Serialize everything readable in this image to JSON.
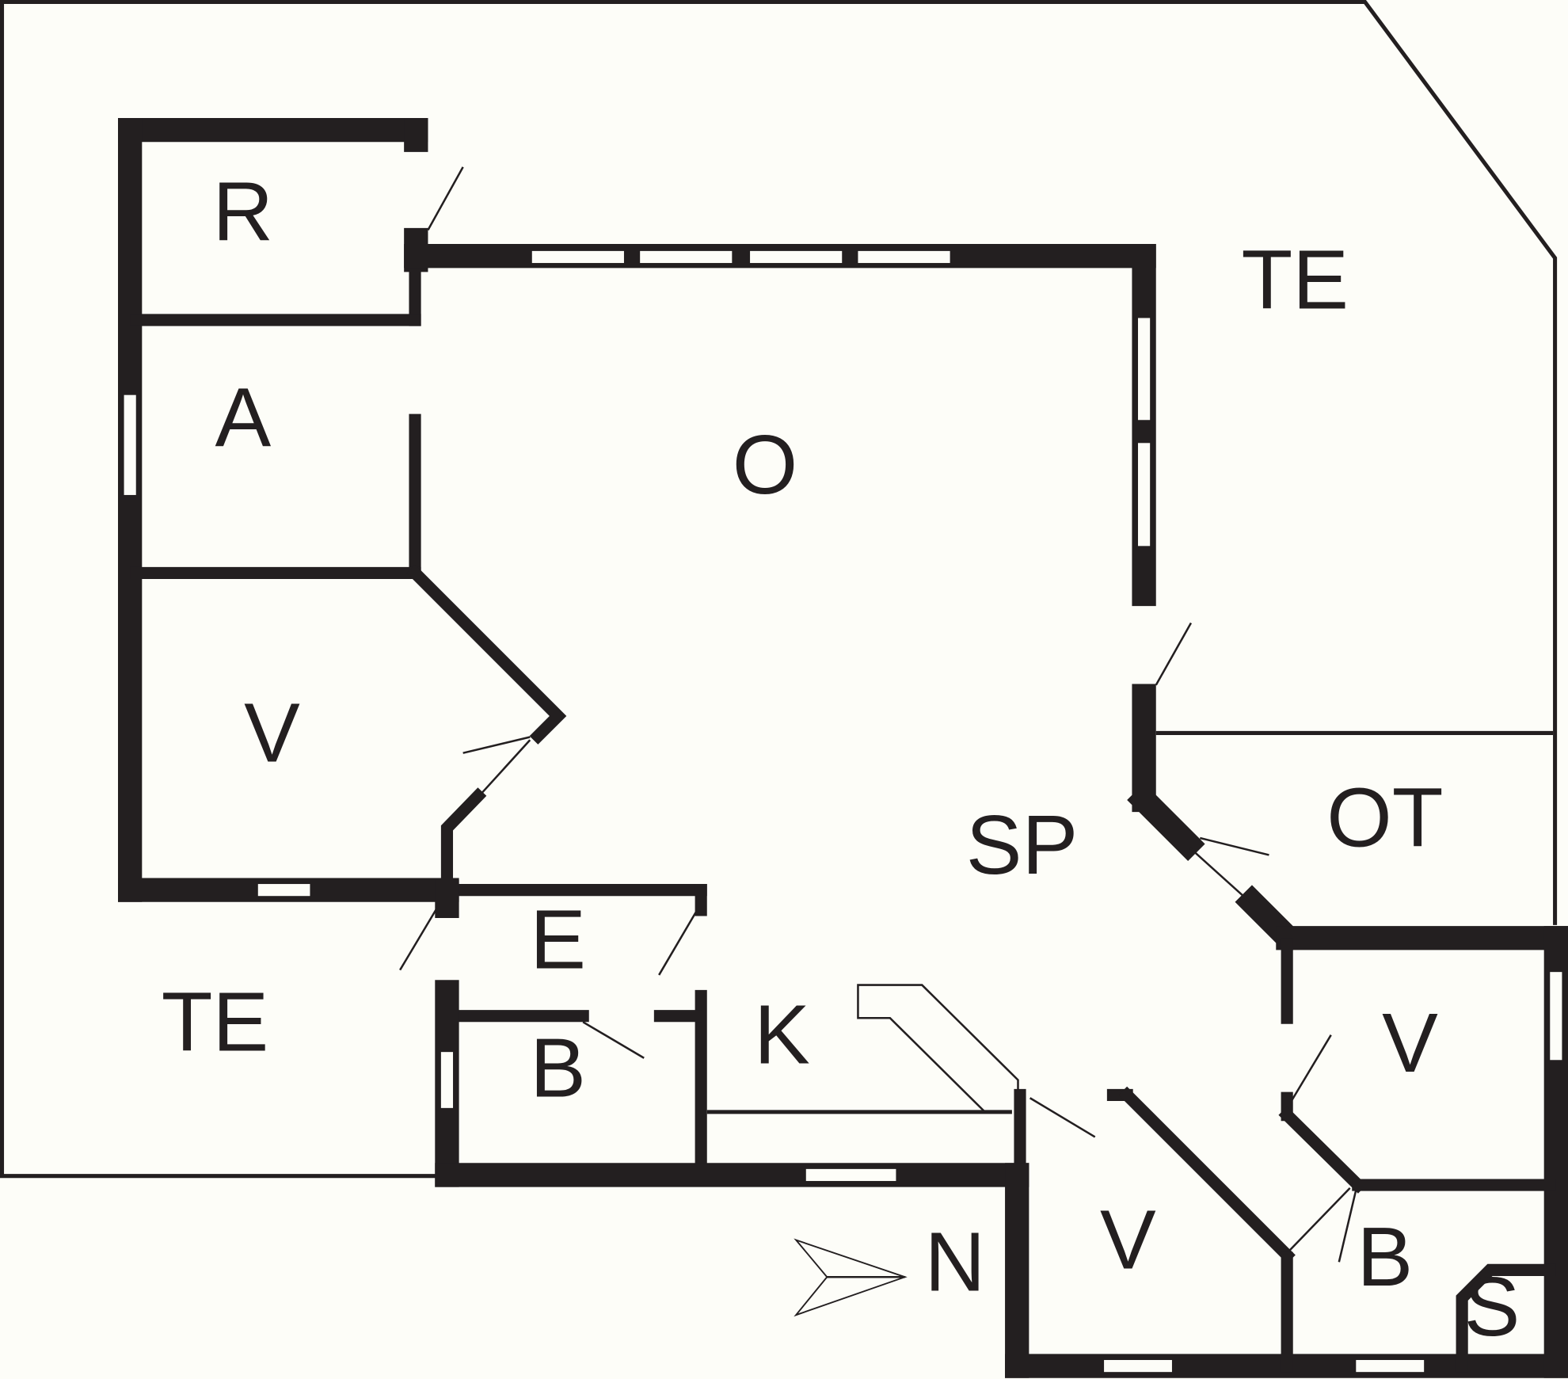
{
  "title": "Floor plan",
  "rooms": {
    "r": "R",
    "a": "A",
    "o": "O",
    "v_west": "V",
    "te_east": "TE",
    "sp": "SP",
    "ot": "OT",
    "e": "E",
    "te_west": "TE",
    "k": "K",
    "b_west": "B",
    "v_se": "V",
    "v_south": "V",
    "b_south": "B",
    "s": "S"
  },
  "compass": {
    "label": "N"
  },
  "colors": {
    "wall": "#231f20",
    "background": "#fdfdf8"
  }
}
